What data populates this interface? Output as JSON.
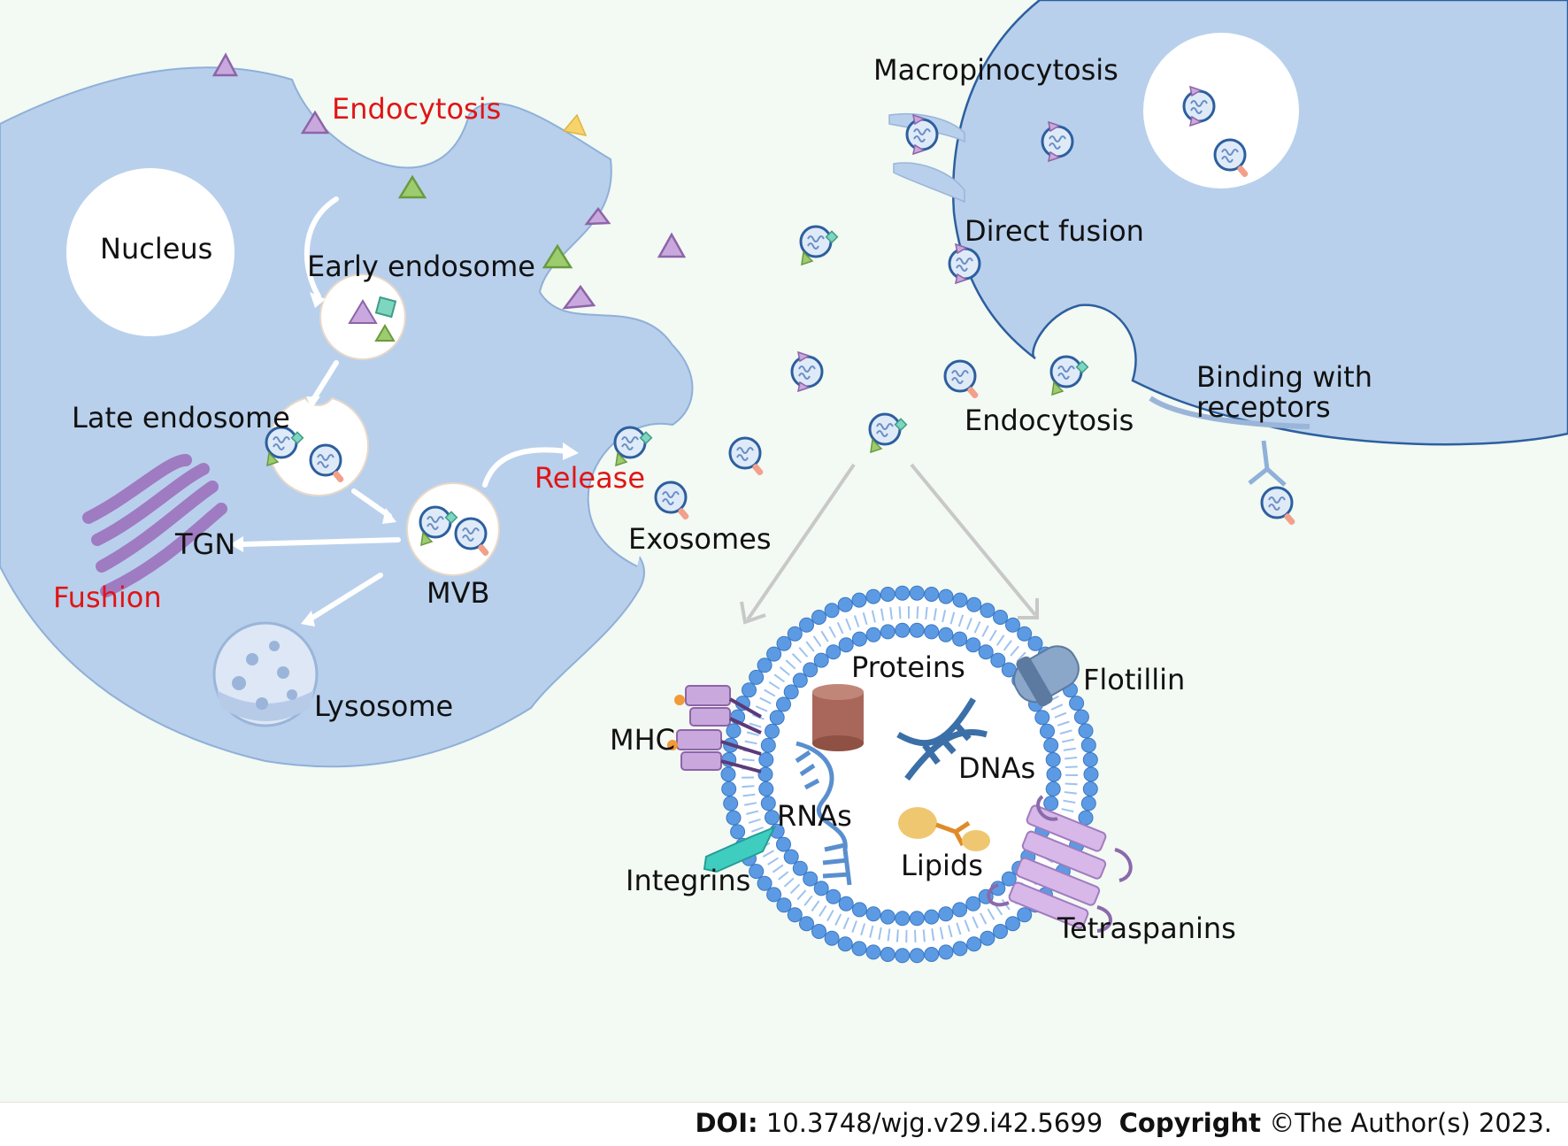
{
  "labels": {
    "endocytosis_left": "Endocytosis",
    "nucleus": "Nucleus",
    "early_endosome": "Early endosome",
    "late_endosome": "Late endosome",
    "tgn": "TGN",
    "fushion": "Fushion",
    "mvb": "MVB",
    "lysosome": "Lysosome",
    "release": "Release",
    "exosomes": "Exosomes",
    "macropinocytosis": "Macropinocytosis",
    "direct_fusion": "Direct fusion",
    "endocytosis_right": "Endocytosis",
    "binding_with_receptors": "Binding with\nreceptors",
    "proteins": "Proteins",
    "flotillin": "Flotillin",
    "mhc": "MHC",
    "dnas": "DNAs",
    "rnas": "RNAs",
    "lipids": "Lipids",
    "integrins": "Integrins",
    "tetraspanins": "Tetraspanins"
  },
  "footer": {
    "doi_label": "DOI:",
    "doi_value": "10.3748/wjg.v29.i42.5699",
    "copyright_label": "Copyright",
    "copyright_value": "©The Author(s) 2023."
  },
  "colors": {
    "cell_fill": "#b8d0ec",
    "cell_stroke": "#7ea3cf",
    "background": "#f3f9f3",
    "highlight_text": "#e01515",
    "lipid_bead": "#5c9be3",
    "arrow": "#ffffff"
  },
  "icons": [
    "triangle-cargo-icon",
    "exosome-icon",
    "golgi-icon",
    "lysosome-icon",
    "dna-icon",
    "rna-icon",
    "protein-cylinder-icon",
    "lipid-icon",
    "integrin-icon",
    "mhc-icon",
    "flotillin-icon",
    "tetraspanin-icon",
    "receptor-icon"
  ]
}
